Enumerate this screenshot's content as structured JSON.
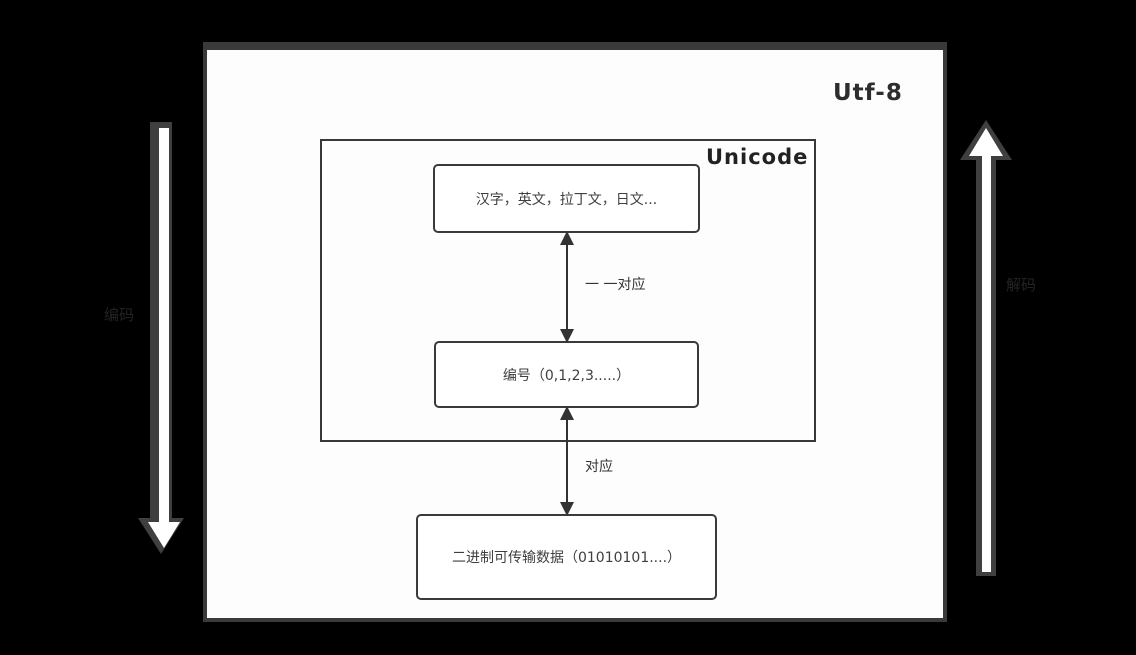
{
  "titles": {
    "utf8": "Utf-8",
    "unicode": "Unicode"
  },
  "nodes": {
    "characters": "汉字，英文，拉丁文，日文...",
    "numbers": "编号（0,1,2,3.....）",
    "binary": "二进制可传输数据（01010101....）"
  },
  "connectors": {
    "one_to_one": "一 一对应",
    "correspond": "对应"
  },
  "side_arrows": {
    "left_down_label": "编码",
    "right_up_label": "解码"
  },
  "colors": {
    "background": "#000000",
    "panel_background": "#fdfdfd",
    "panel_border": "#3a3a3a",
    "node_border": "#3a3a3a",
    "text": "#3f3f3f",
    "block_arrow_fill": "#ffffff",
    "block_arrow_shadow": "#3f3f3f",
    "faint_label": "#232323"
  }
}
